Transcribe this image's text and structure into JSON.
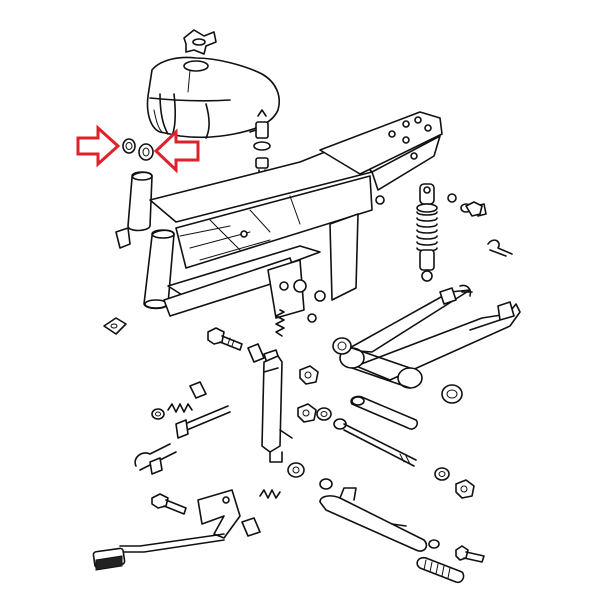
{
  "diagram": {
    "highlight_color": "#e0202a",
    "line_color": "#111111",
    "background": "#ffffff",
    "callout_arrows": [
      {
        "direction": "right",
        "points_to": "tank-mount-rubber-bushings"
      },
      {
        "direction": "left",
        "points_to": "tank-mount-rubber-bushings"
      }
    ]
  }
}
